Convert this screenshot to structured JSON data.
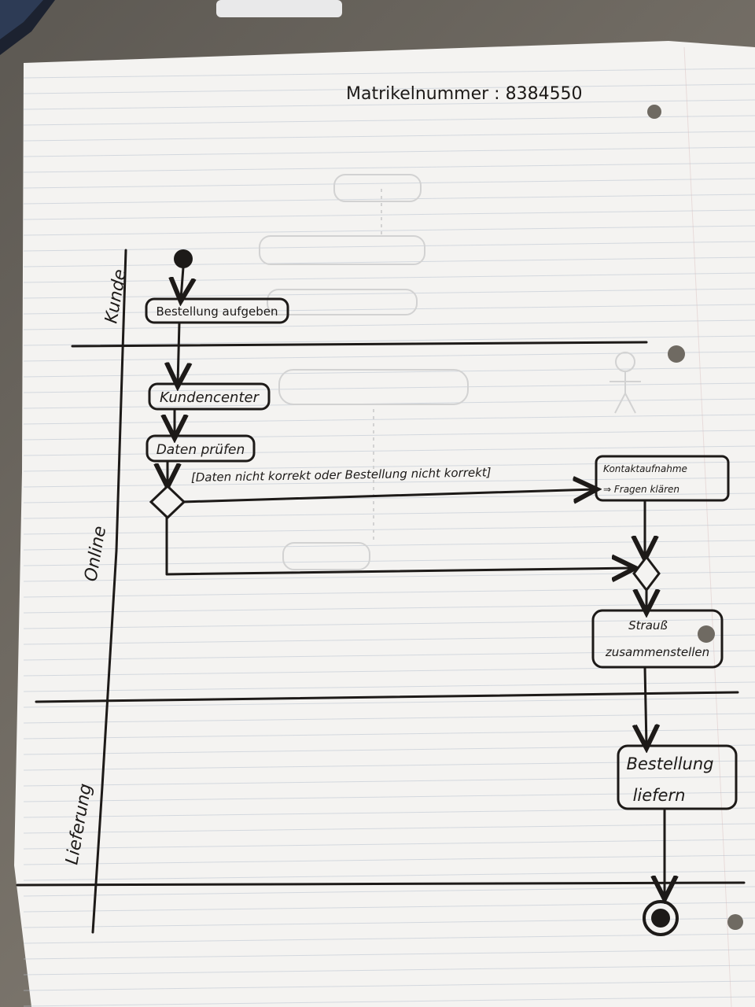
{
  "header": {
    "matrikel": "Matrikelnummer : 8384550"
  },
  "swimlanes": {
    "kunde": "Kunde",
    "online": "Online",
    "lieferung": "Lieferung"
  },
  "nodes": {
    "bestellung_aufgeben": "Bestellung aufgeben",
    "kundencenter": "Kundencenter",
    "daten_pruefen": "Daten prüfen",
    "kontakt_line1": "Kontaktaufnahme",
    "kontakt_line2": "⇒ Fragen klären",
    "strauss_line1": "Strauß",
    "strauss_line2": "zusammenstellen",
    "liefern_line1": "Bestellung",
    "liefern_line2": "liefern"
  },
  "guards": {
    "nicht_korrekt": "[Daten nicht korrekt oder Bestellung nicht korrekt]"
  },
  "colors": {
    "paper": "#f4f3f1",
    "ink": "#1d1a18",
    "rule_lines": "#b9c2cf",
    "margin_line": "#d7b9b9"
  }
}
